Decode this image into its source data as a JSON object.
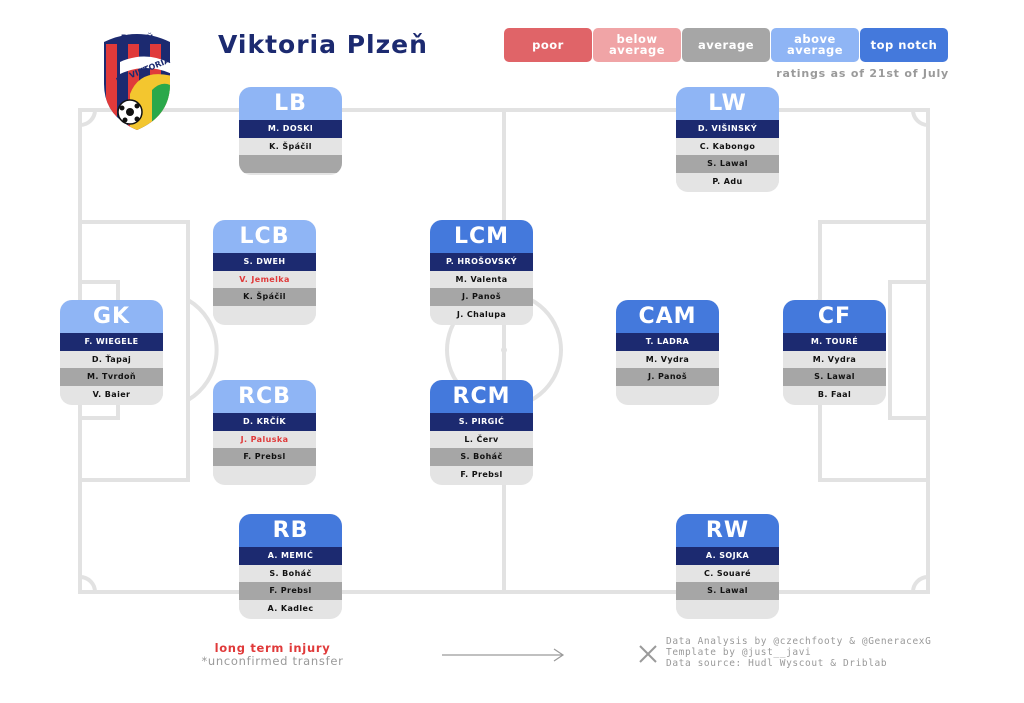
{
  "title": "Viktoria Plzeň",
  "logo": {
    "top_text": "PLZEŇ",
    "side_text": "FC VIKTORIA"
  },
  "legend": [
    {
      "label": "poor",
      "color": "#e06468"
    },
    {
      "label": "below average",
      "color": "#f0a4a6"
    },
    {
      "label": "average",
      "color": "#a6a6a6"
    },
    {
      "label": "above average",
      "color": "#8fb5f5"
    },
    {
      "label": "top notch",
      "color": "#4479dc"
    }
  ],
  "ratings_note": "ratings as of 21st of July",
  "positions": [
    {
      "id": "lb",
      "label": "LB",
      "color": "#8fb5f5",
      "players": [
        "M. DOSKI",
        "K. Špáčil",
        ""
      ],
      "red": []
    },
    {
      "id": "lw",
      "label": "LW",
      "color": "#8fb5f5",
      "players": [
        "D. VIŠINSKÝ",
        "C. Kabongo",
        "S. Lawal",
        "P. Adu"
      ],
      "red": []
    },
    {
      "id": "lcb",
      "label": "LCB",
      "color": "#8fb5f5",
      "players": [
        "S. DWEH",
        "V. Jemelka",
        "K. Špáčil",
        ""
      ],
      "red": [
        1
      ]
    },
    {
      "id": "lcm",
      "label": "LCM",
      "color": "#4479dc",
      "players": [
        "P. HROŠOVSKÝ",
        "M. Valenta",
        "J. Panoš",
        "J. Chalupa"
      ],
      "red": []
    },
    {
      "id": "gk",
      "label": "GK",
      "color": "#8fb5f5",
      "players": [
        "F. WIEGELE",
        "D. Ťapaj",
        "M. Tvrdoň",
        "V. Baier"
      ],
      "red": []
    },
    {
      "id": "cam",
      "label": "CAM",
      "color": "#4479dc",
      "players": [
        "T. LADRA",
        "M. Vydra",
        "J. Panoš",
        ""
      ],
      "red": []
    },
    {
      "id": "cf",
      "label": "CF",
      "color": "#4479dc",
      "players": [
        "M. TOURÉ",
        "M. Vydra",
        "S. Lawal",
        "B. Faal"
      ],
      "red": []
    },
    {
      "id": "rcb",
      "label": "RCB",
      "color": "#8fb5f5",
      "players": [
        "D. KRČÍK",
        "J. Paluska",
        "F. Prebsl",
        ""
      ],
      "red": [
        1
      ]
    },
    {
      "id": "rcm",
      "label": "RCM",
      "color": "#4479dc",
      "players": [
        "S. PIRGIĆ",
        "L. Červ",
        "S. Boháč",
        "F. Prebsl"
      ],
      "red": []
    },
    {
      "id": "rb",
      "label": "RB",
      "color": "#4479dc",
      "players": [
        "A. MEMIĆ",
        "S. Boháč",
        "F. Prebsl",
        "A. Kadlec"
      ],
      "red": []
    },
    {
      "id": "rw",
      "label": "RW",
      "color": "#4479dc",
      "players": [
        "A. SOJKA",
        "C. Souaré",
        "S. Lawal",
        ""
      ],
      "red": []
    }
  ],
  "footer": {
    "injury": "long term injury",
    "transfer": "*unconfirmed transfer",
    "credits": [
      "Data Analysis by @czechfooty & @GeneracexG",
      "Template by @just__javi",
      "Data source: Hudl Wyscout & Driblab"
    ]
  },
  "colors": {
    "navy": "#1c2a70",
    "red_text": "#e03a3a",
    "pitch_line": "#e2e2e2"
  }
}
